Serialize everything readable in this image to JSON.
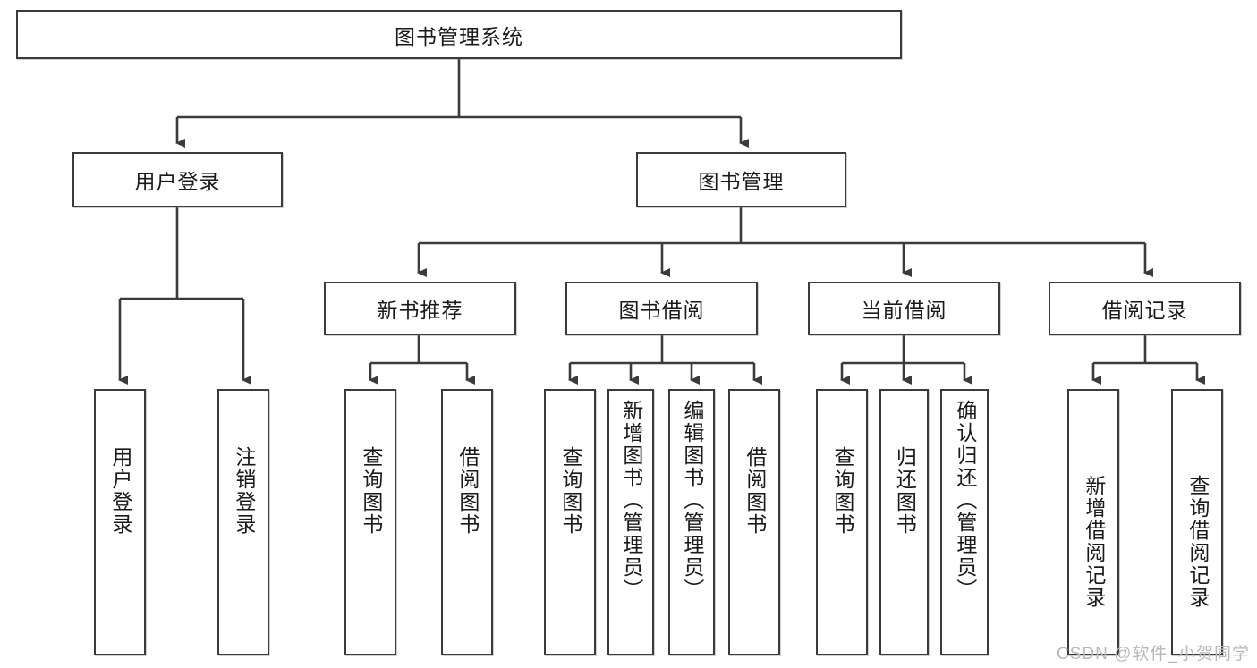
{
  "diagram": {
    "title": "图书管理系统",
    "type": "tree-hierarchy-diagram",
    "colors": {
      "box_border": "#3b3b3b",
      "box_fill": "#ffffff",
      "line": "#3b3b3b",
      "text": "#1a1a1a",
      "watermark": "#b9b9b9",
      "background": "#ffffff"
    },
    "root": {
      "label": "图书管理系统"
    },
    "level2": [
      {
        "label": "用户登录"
      },
      {
        "label": "图书管理"
      }
    ],
    "level3": [
      {
        "label": "新书推荐"
      },
      {
        "label": "图书借阅"
      },
      {
        "label": "当前借阅"
      },
      {
        "label": "借阅记录"
      }
    ],
    "leaves": {
      "user_login": [
        {
          "label": "用户登录"
        },
        {
          "label": "注销登录"
        }
      ],
      "new_book_recommend": [
        {
          "label": "查询图书"
        },
        {
          "label": "借阅图书"
        }
      ],
      "book_borrow": [
        {
          "label": "查询图书"
        },
        {
          "label": "新增图书（管理员）"
        },
        {
          "label": "编辑图书（管理员）"
        },
        {
          "label": "借阅图书"
        }
      ],
      "current_borrow": [
        {
          "label": "查询图书"
        },
        {
          "label": "归还图书"
        },
        {
          "label": "确认归还（管理员）"
        }
      ],
      "borrow_record": [
        {
          "label": "新增借阅记录"
        },
        {
          "label": "查询借阅记录"
        }
      ]
    },
    "watermark": "CSDN @软件_小贺同学"
  }
}
